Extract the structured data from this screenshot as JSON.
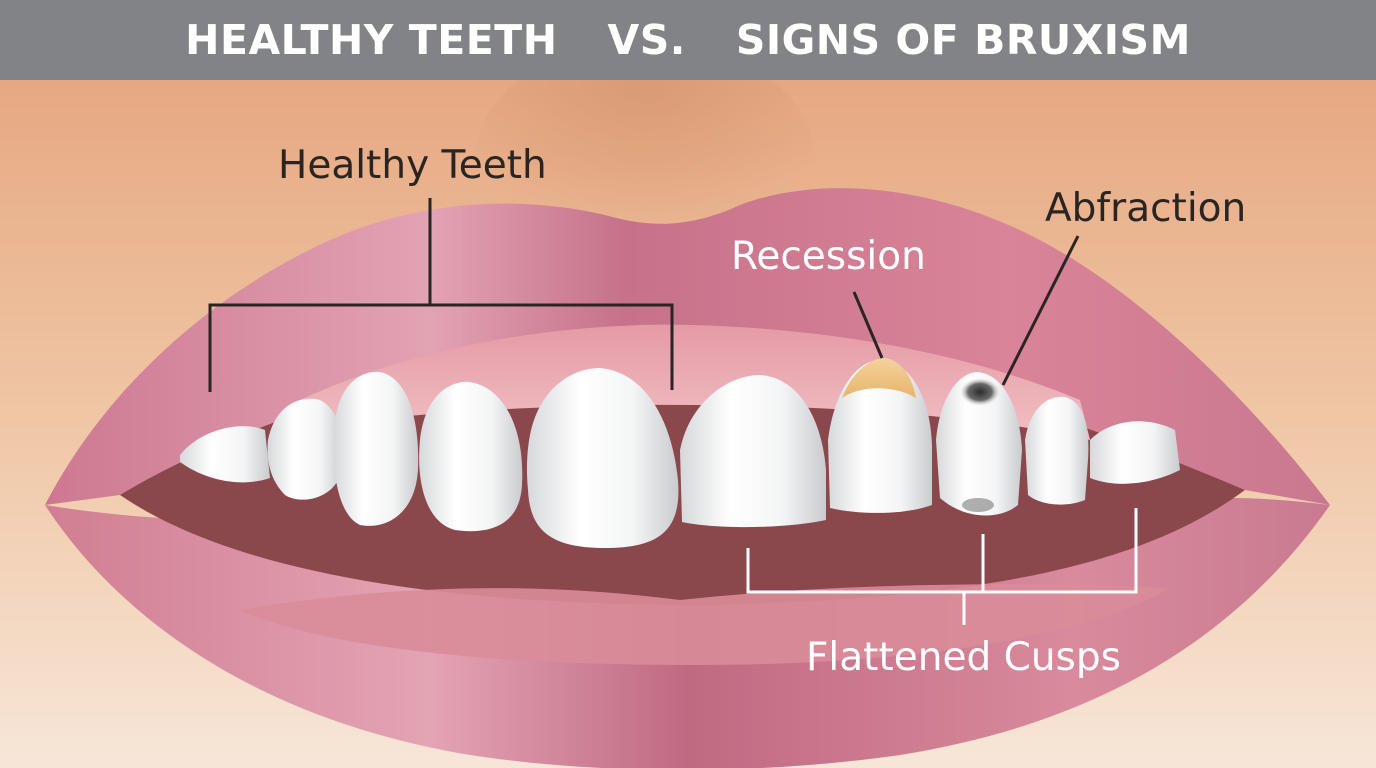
{
  "header": {
    "left": "HEALTHY TEETH",
    "vs": "VS.",
    "right": "SIGNS OF BRUXISM"
  },
  "labels": {
    "healthy": "Healthy Teeth",
    "recession": "Recession",
    "abfraction": "Abfraction",
    "flattened": "Flattened Cusps"
  },
  "colors": {
    "banner": "#828387",
    "skin": "#e9b48e",
    "lip": "#d27f94",
    "gum": "#e79aa6",
    "mouth": "#8c4a4e",
    "tooth": "#ffffff",
    "recession": "#f1c27d"
  }
}
